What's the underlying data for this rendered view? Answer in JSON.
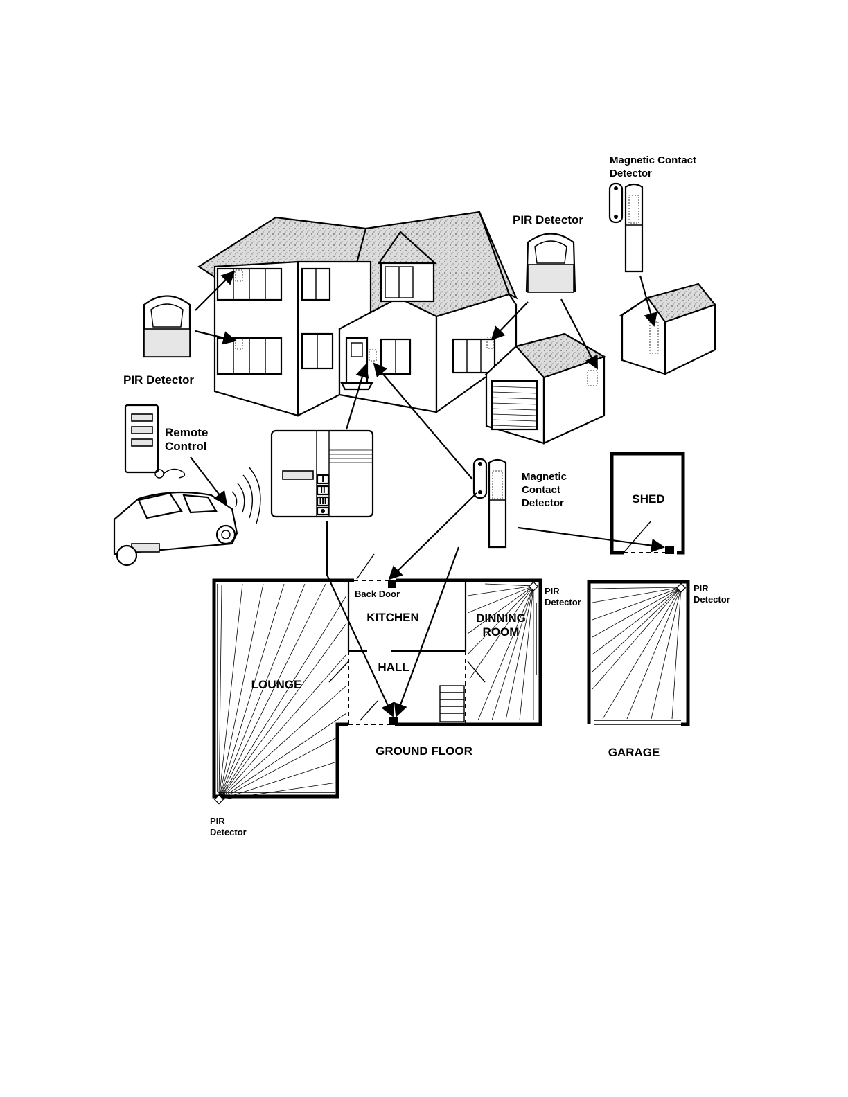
{
  "labels": {
    "pir_detector_top": "PIR Detector",
    "pir_detector_left": "PIR Detector",
    "magnetic_contact_top": [
      "Magnetic Contact",
      "Detector"
    ],
    "magnetic_contact_mid": [
      "Magnetic",
      "Contact",
      "Detector"
    ],
    "remote_control": [
      "Remote",
      "Control"
    ],
    "control_panel_buttons": [
      "I",
      "II",
      "III"
    ]
  },
  "floor_plan": {
    "title": "GROUND FLOOR",
    "rooms": {
      "lounge": "LOUNGE",
      "kitchen": "KITCHEN",
      "hall": "HALL",
      "dining": [
        "DINNING",
        "ROOM"
      ]
    },
    "back_door": "Back Door",
    "pir_lounge": [
      "PIR",
      "Detector"
    ],
    "pir_dining": [
      "PIR",
      "Detector"
    ]
  },
  "garage_plan": {
    "title": "GARAGE",
    "pir": [
      "PIR",
      "Detector"
    ]
  },
  "shed_plan": {
    "title": "SHED"
  }
}
